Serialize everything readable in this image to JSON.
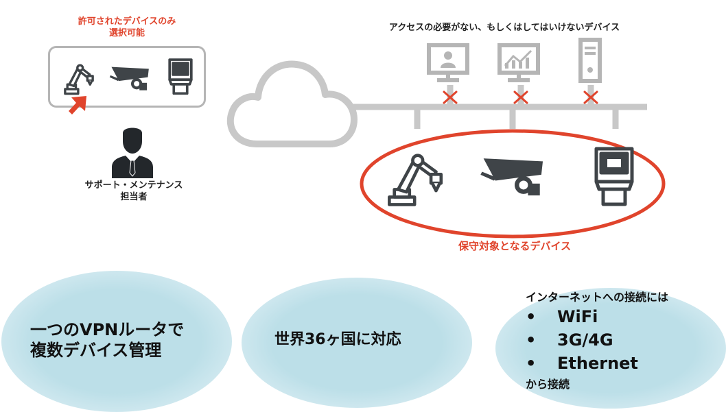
{
  "allowed_label_lines": [
    "許可されたデバイスのみ",
    "選択可能"
  ],
  "no_access_label": "アクセスの必要がない、もしくはしてはいけないデバイス",
  "support_label_lines": [
    "サポート・メンテナンス",
    "担当者"
  ],
  "protected_label": "保守対象となるデバイス",
  "bubbles": {
    "vpn_lines": [
      "一つのVPNルータで",
      "複数デバイス管理"
    ],
    "countries": "世界36ヶ国に対応",
    "internet_title": "インターネットへの接続には",
    "internet_items": [
      "WiFi",
      "3G/4G",
      "Ethernet"
    ],
    "bullet_glyph": "•",
    "internet_footer": "から接続"
  },
  "colors": {
    "accent_red": "#e0442c",
    "icon_dark": "#3f4448",
    "icon_grey": "#b5b5b5",
    "bubble_blue": "#bcdfe8"
  },
  "icons": [
    "robot-arm-icon",
    "security-camera-icon",
    "kiosk-terminal-icon",
    "user-monitor-icon",
    "chart-monitor-icon",
    "server-tower-icon",
    "cloud-icon",
    "person-icon",
    "pointer-arrow-icon",
    "blocked-x-icon"
  ]
}
